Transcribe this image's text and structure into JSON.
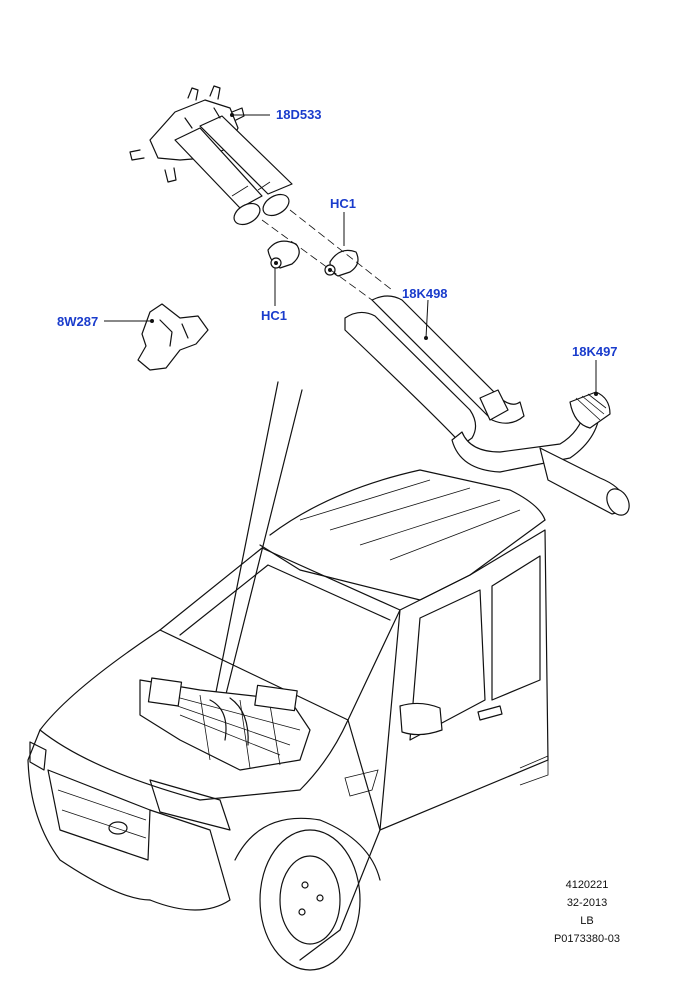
{
  "callouts": {
    "c1": "18D533",
    "c2": "HC1",
    "c3": "HC1",
    "c4": "18K498",
    "c5": "8W287",
    "c6": "18K497"
  },
  "footer": {
    "line1": "4120221",
    "line2": "32-2013",
    "line3": "LB",
    "line4": "P0173380-03"
  },
  "colors": {
    "callout": "#1a3ccc",
    "line": "#111111"
  }
}
